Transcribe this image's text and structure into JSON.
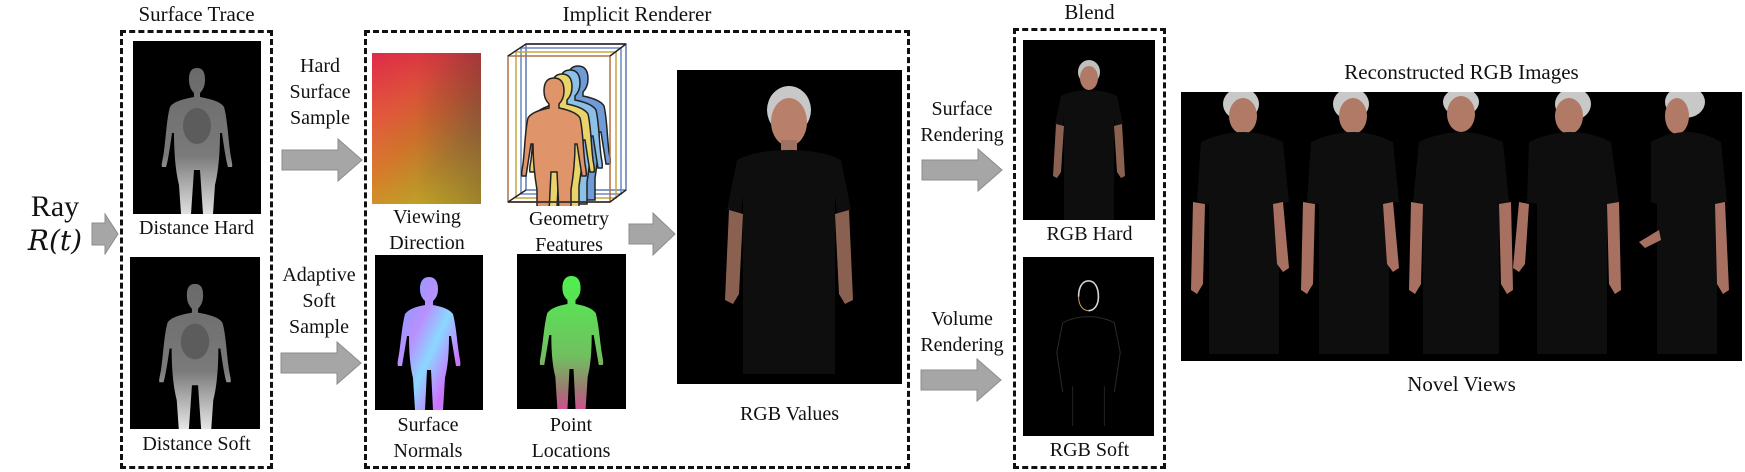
{
  "input": {
    "ray_label": "Ray",
    "ray_math": "R(t)"
  },
  "surface_trace": {
    "title": "Surface Trace",
    "panels": [
      {
        "caption": "Distance Hard"
      },
      {
        "caption": "Distance Soft"
      }
    ]
  },
  "sampling": {
    "hard_label_lines": [
      "Hard",
      "Surface",
      "Sample"
    ],
    "soft_label_lines": [
      "Adaptive",
      "Soft",
      "Sample"
    ]
  },
  "implicit_renderer": {
    "title": "Implicit Renderer",
    "inputs": [
      {
        "caption_lines": [
          "Viewing",
          "Direction"
        ]
      },
      {
        "caption_lines": [
          "Geometry",
          "Features"
        ]
      },
      {
        "caption_lines": [
          "Surface",
          "Normals"
        ]
      },
      {
        "caption_lines": [
          "Point",
          "Locations"
        ]
      }
    ],
    "output_caption": "RGB Values"
  },
  "rendering": {
    "surface_label_lines": [
      "Surface",
      "Rendering"
    ],
    "volume_label_lines": [
      "Volume",
      "Rendering"
    ]
  },
  "blend": {
    "title": "Blend",
    "panels": [
      {
        "caption": "RGB Hard"
      },
      {
        "caption": "RGB Soft"
      }
    ]
  },
  "output": {
    "title": "Reconstructed RGB Images",
    "caption": "Novel Views",
    "view_count": 5
  },
  "colors": {
    "arrow_fill": "#a6a6a6",
    "arrow_stroke": "#8c8c8c",
    "dash_border": "#111111",
    "image_bg": "#000000",
    "skin": "#b8806a",
    "hair": "#c8c8c8",
    "geometry_orange": "#e0946a",
    "geometry_yellow": "#e8d46a",
    "geometry_light_blue": "#8cc0e6",
    "geometry_blue": "#6f9bd6"
  }
}
